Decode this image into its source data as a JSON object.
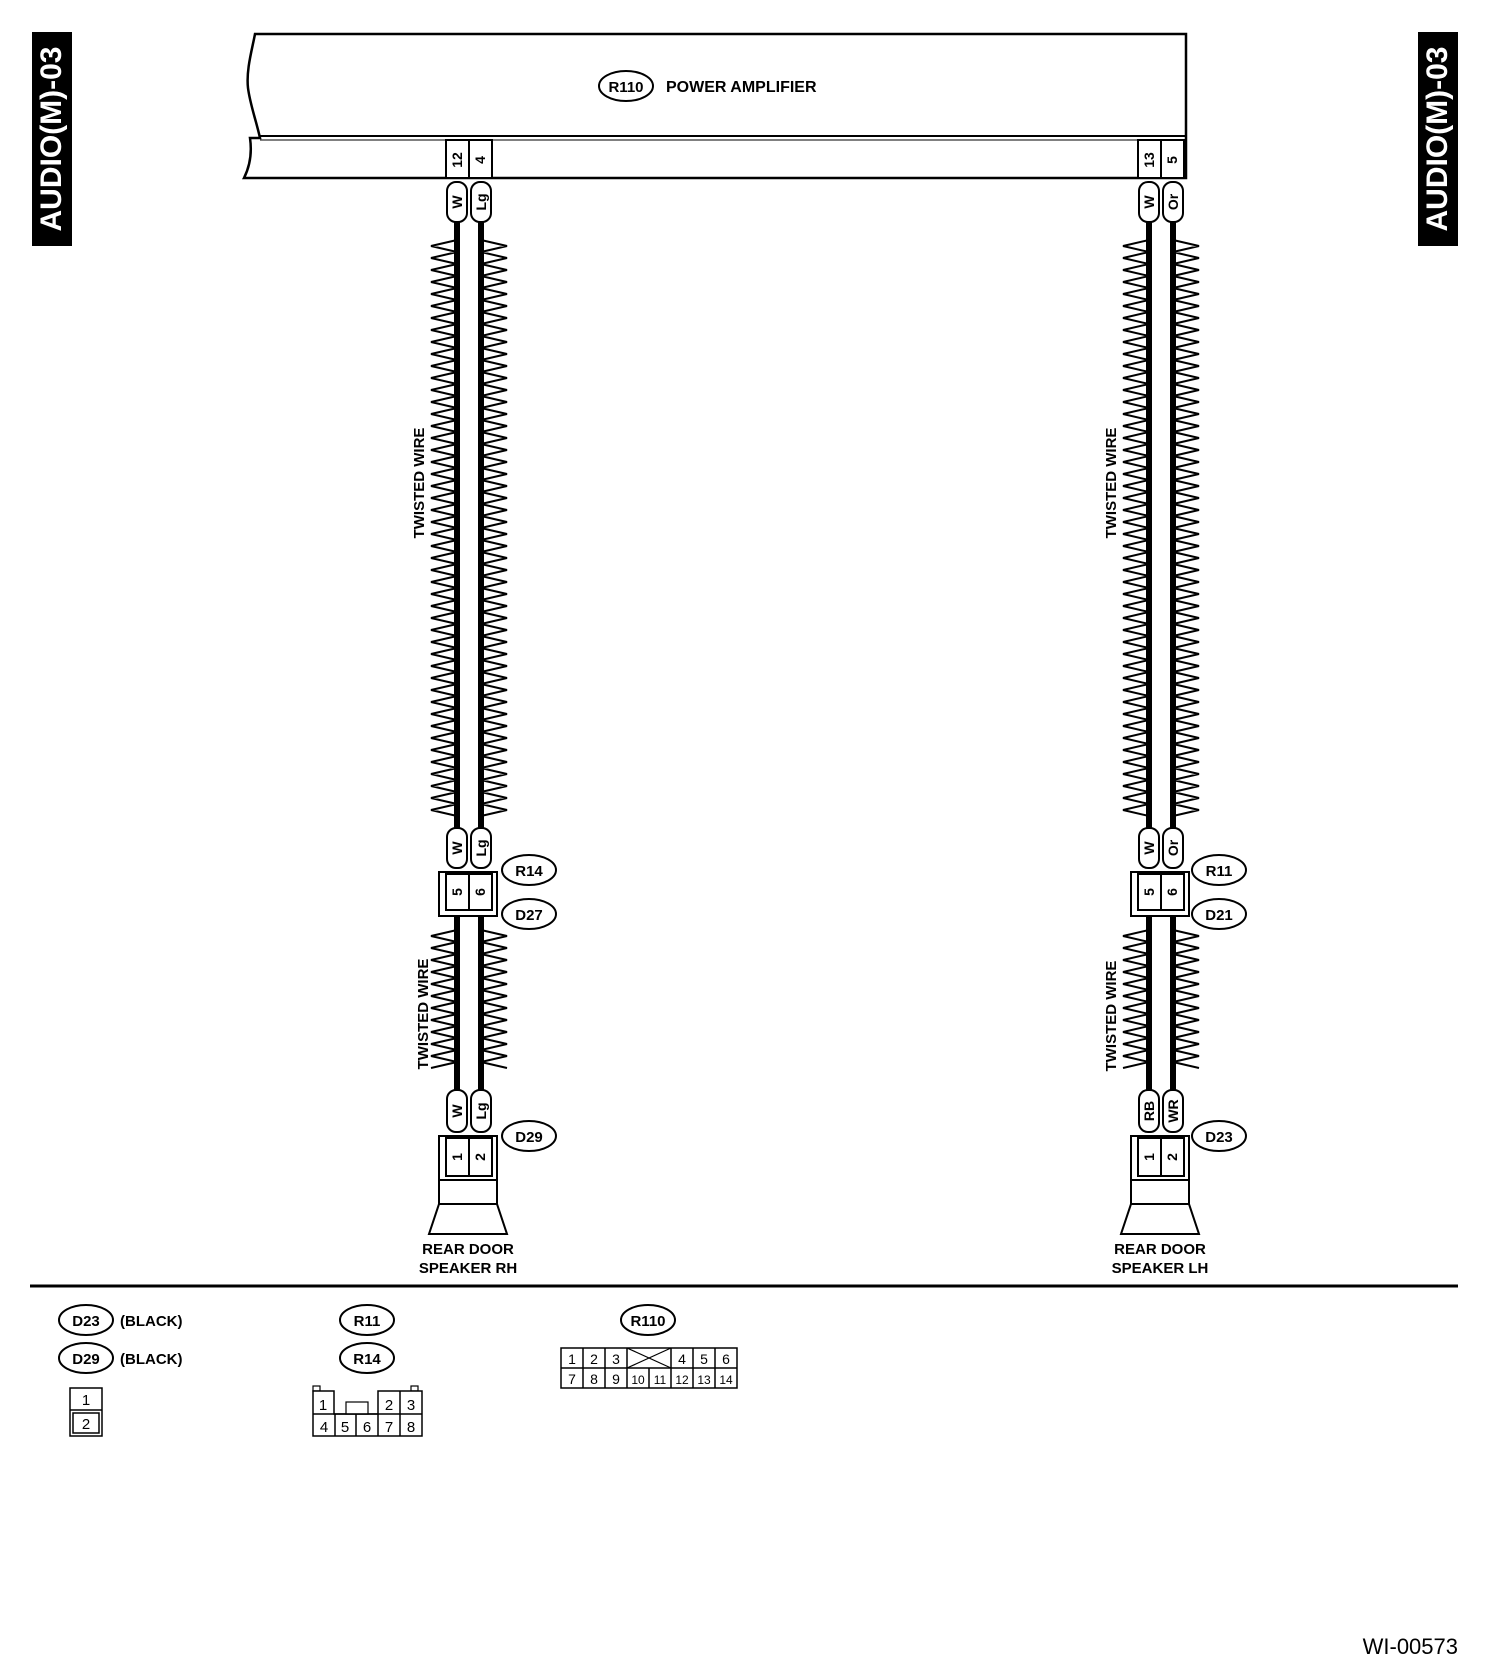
{
  "page_tags": {
    "left": "AUDIO(M)-03",
    "right": "AUDIO(M)-03"
  },
  "amplifier": {
    "connector": "R110",
    "name": "POWER AMPLIFIER"
  },
  "left_circuit": {
    "amp_pins": [
      "12",
      "4"
    ],
    "amp_wire_colors": [
      "W",
      "Lg"
    ],
    "twist_label_upper": "TWISTED WIRE",
    "mid_wire_colors": [
      "W",
      "Lg"
    ],
    "mid_pins": [
      "5",
      "6"
    ],
    "mid_connector_top": "R14",
    "mid_connector_bottom": "D27",
    "twist_label_lower": "TWISTED WIRE",
    "spk_wire_colors": [
      "W",
      "Lg"
    ],
    "spk_connector": "D29",
    "spk_pins": [
      "1",
      "2"
    ],
    "speaker_line1": "REAR DOOR",
    "speaker_line2": "SPEAKER RH"
  },
  "right_circuit": {
    "amp_pins": [
      "13",
      "5"
    ],
    "amp_wire_colors": [
      "W",
      "Or"
    ],
    "twist_label_upper": "TWISTED WIRE",
    "mid_wire_colors": [
      "W",
      "Or"
    ],
    "mid_pins": [
      "5",
      "6"
    ],
    "mid_connector_top": "R11",
    "mid_connector_bottom": "D21",
    "twist_label_lower": "TWISTED WIRE",
    "spk_wire_colors": [
      "RB",
      "WR"
    ],
    "spk_connector": "D23",
    "spk_pins": [
      "1",
      "2"
    ],
    "speaker_line1": "REAR DOOR",
    "speaker_line2": "SPEAKER LH"
  },
  "legend": {
    "d23": {
      "label": "D23",
      "note": "(BLACK)"
    },
    "d29": {
      "label": "D29",
      "note": "(BLACK)"
    },
    "d_pins": [
      "1",
      "2"
    ],
    "r11": {
      "label": "R11"
    },
    "r14": {
      "label": "R14"
    },
    "r_pins_top": [
      "1",
      "2",
      "3"
    ],
    "r_pins_bottom": [
      "4",
      "5",
      "6",
      "7",
      "8"
    ],
    "r110": {
      "label": "R110"
    },
    "r110_pins_top": [
      "1",
      "2",
      "3",
      "4",
      "5",
      "6"
    ],
    "r110_pins_bottom": [
      "7",
      "8",
      "9",
      "10",
      "11",
      "12",
      "13",
      "14"
    ]
  },
  "doc_id": "WI-00573"
}
